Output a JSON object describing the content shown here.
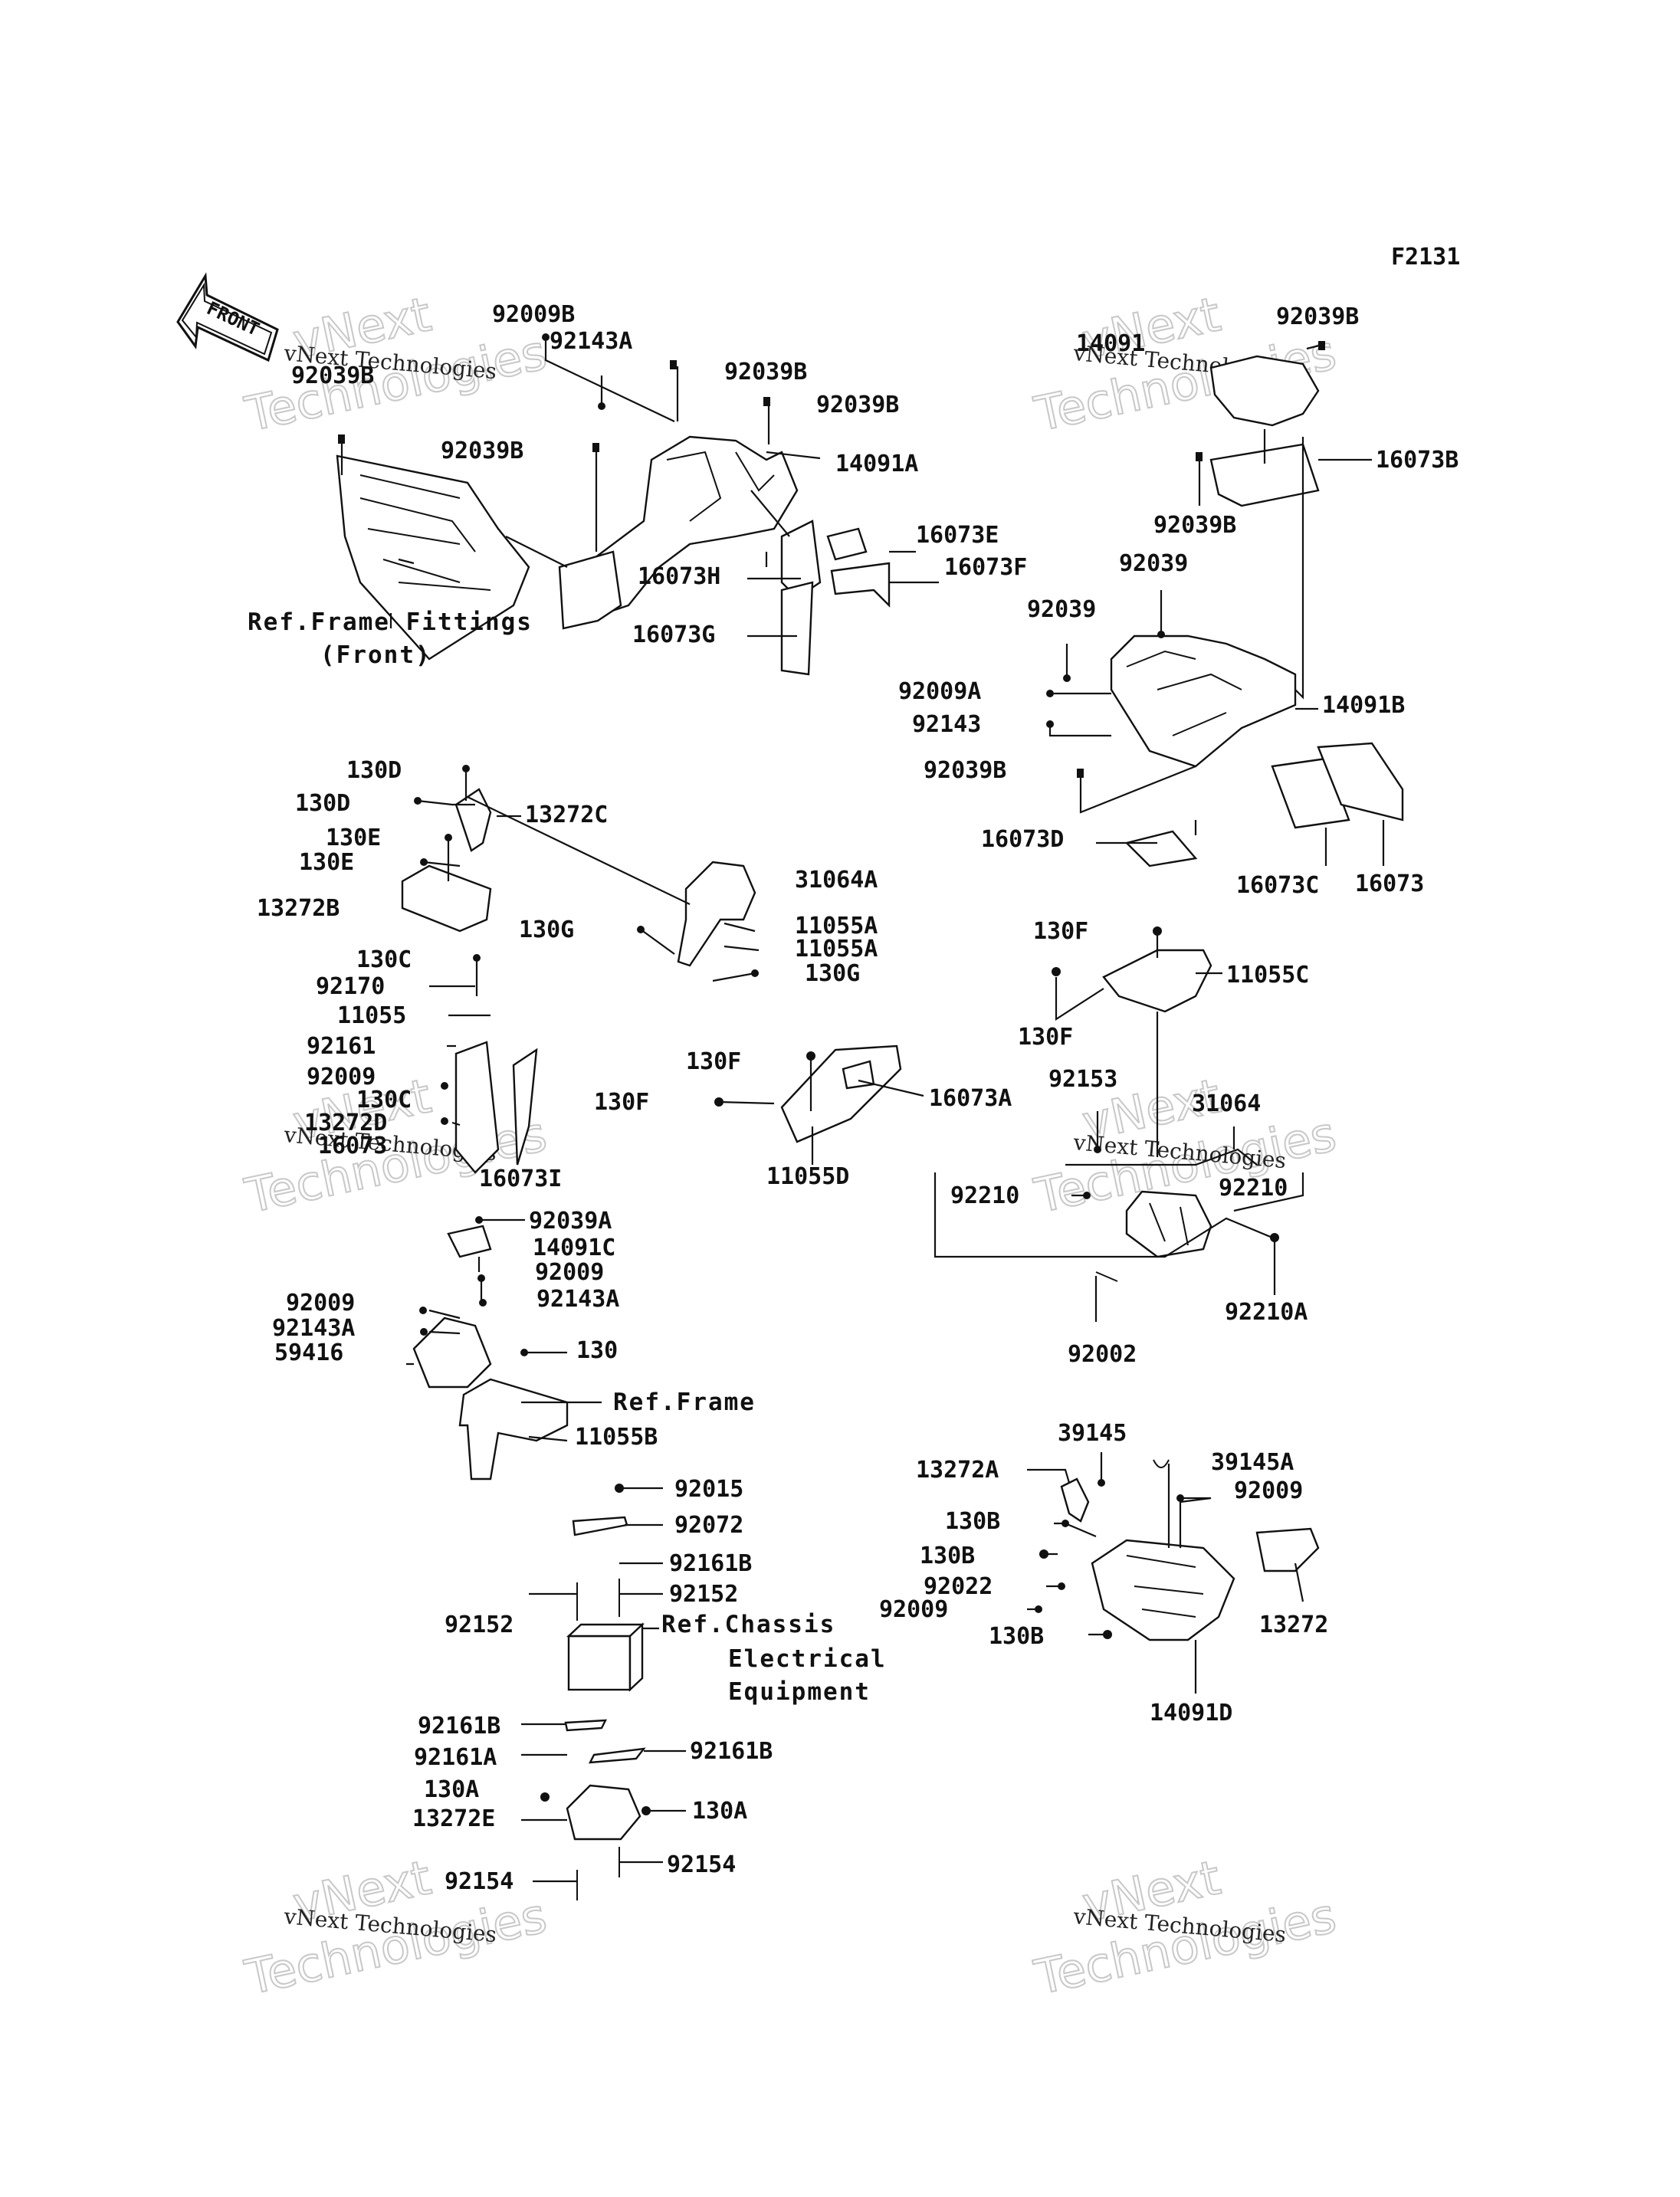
{
  "figure_code": "F2131",
  "front_arrow": {
    "label": "FRONT",
    "icon": "front-arrow-icon"
  },
  "watermark": {
    "line1": "vNext",
    "line2": "Technologies",
    "small": "vNext Technologies"
  },
  "labels": {
    "l_92009B": "92009B",
    "l_92143A_top": "92143A",
    "l_92039B_1": "92039B",
    "l_92039B_2": "92039B",
    "l_92039B_3": "92039B",
    "l_92039B_4": "92039B",
    "l_14091A": "14091A",
    "l_16073E": "16073E",
    "l_16073F": "16073F",
    "l_16073H": "16073H",
    "l_16073G": "16073G",
    "l_ref_frame_front": "Ref.Frame Fittings",
    "l_ref_frame_front2": "(Front)",
    "l_92039B_r1": "92039B",
    "l_14091": "14091",
    "l_16073B": "16073B",
    "l_92039B_r2": "92039B",
    "l_92039_a": "92039",
    "l_92039_b": "92039",
    "l_92009A": "92009A",
    "l_92143": "92143",
    "l_14091B": "14091B",
    "l_92039B_r3": "92039B",
    "l_16073D": "16073D",
    "l_16073C": "16073C",
    "l_16073": "16073",
    "l_130D_a": "130D",
    "l_130D_b": "130D",
    "l_13272C": "13272C",
    "l_130E_a": "130E",
    "l_130E_b": "130E",
    "l_13272B": "13272B",
    "l_31064A": "31064A",
    "l_130G_a": "130G",
    "l_11055A_a": "11055A",
    "l_11055A_b": "11055A",
    "l_130G_b": "130G",
    "l_130C_a": "130C",
    "l_92170": "92170",
    "l_11055": "11055",
    "l_92161": "92161",
    "l_92009_m": "92009",
    "l_130C_b": "130C",
    "l_13272D": "13272D",
    "l_16073_m": "16073",
    "l_16073I": "16073I",
    "l_130F_a": "130F",
    "l_130F_b": "130F",
    "l_16073A": "16073A",
    "l_11055D": "11055D",
    "l_130F_r1": "130F",
    "l_11055C": "11055C",
    "l_130F_r2": "130F",
    "l_92153": "92153",
    "l_31064": "31064",
    "l_92210_a": "92210",
    "l_92210_b": "92210",
    "l_92210A": "92210A",
    "l_92002": "92002",
    "l_92039A": "92039A",
    "l_14091C": "14091C",
    "l_92009_c1": "92009",
    "l_92143A_c1": "92143A",
    "l_92009_c2": "92009",
    "l_92143A_c2": "92143A",
    "l_59416": "59416",
    "l_130": "130",
    "l_ref_frame": "Ref.Frame",
    "l_11055B": "11055B",
    "l_92015": "92015",
    "l_92072": "92072",
    "l_92161B_a": "92161B",
    "l_92152_a": "92152",
    "l_92152_b": "92152",
    "l_ref_chassis1": "Ref.Chassis",
    "l_ref_chassis2": "Electrical",
    "l_ref_chassis3": "Equipment",
    "l_92161B_b": "92161B",
    "l_92161A": "92161A",
    "l_92161B_c": "92161B",
    "l_130A_a": "130A",
    "l_130A_b": "130A",
    "l_13272E": "13272E",
    "l_92154_a": "92154",
    "l_92154_b": "92154",
    "l_39145": "39145",
    "l_39145A": "39145A",
    "l_13272A": "13272A",
    "l_92009_r": "92009",
    "l_130B_a": "130B",
    "l_130B_b": "130B",
    "l_92022": "92022",
    "l_92009_r2": "92009",
    "l_130B_c": "130B",
    "l_13272": "13272",
    "l_14091D": "14091D"
  }
}
